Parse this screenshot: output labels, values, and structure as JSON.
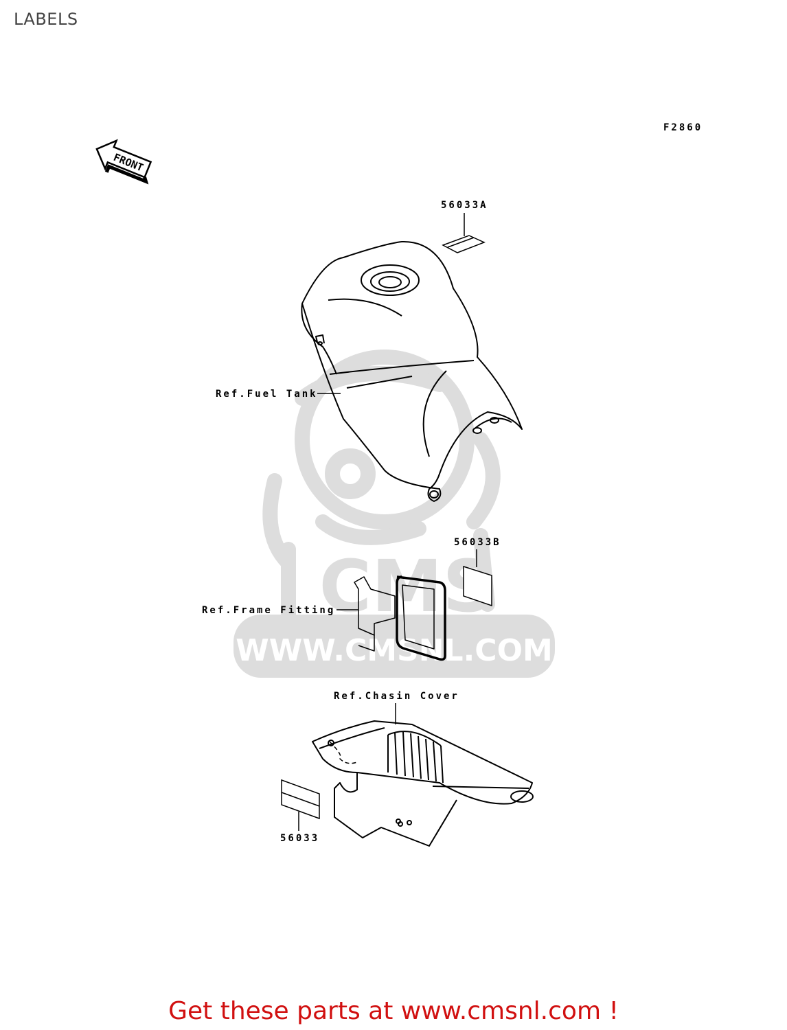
{
  "page": {
    "title": "LABELS"
  },
  "diagram": {
    "figure_code": "F2860",
    "direction_label": "FRONT",
    "callouts": {
      "label_56033a": "56033A",
      "label_56033b": "56033B",
      "label_56033": "56033",
      "ref_fuel_tank": "Ref.Fuel Tank",
      "ref_frame_fitting": "Ref.Frame Fitting",
      "ref_chasin_cover": "Ref.Chasin Cover"
    }
  },
  "watermark": {
    "logo_text": "CMS",
    "url_text": "WWW.CMSNL.COM"
  },
  "footer": {
    "cta": "Get these parts at www.cmsnl.com !"
  },
  "colors": {
    "cta": "#d11010",
    "watermark": "#dddddd",
    "line": "#000000"
  }
}
